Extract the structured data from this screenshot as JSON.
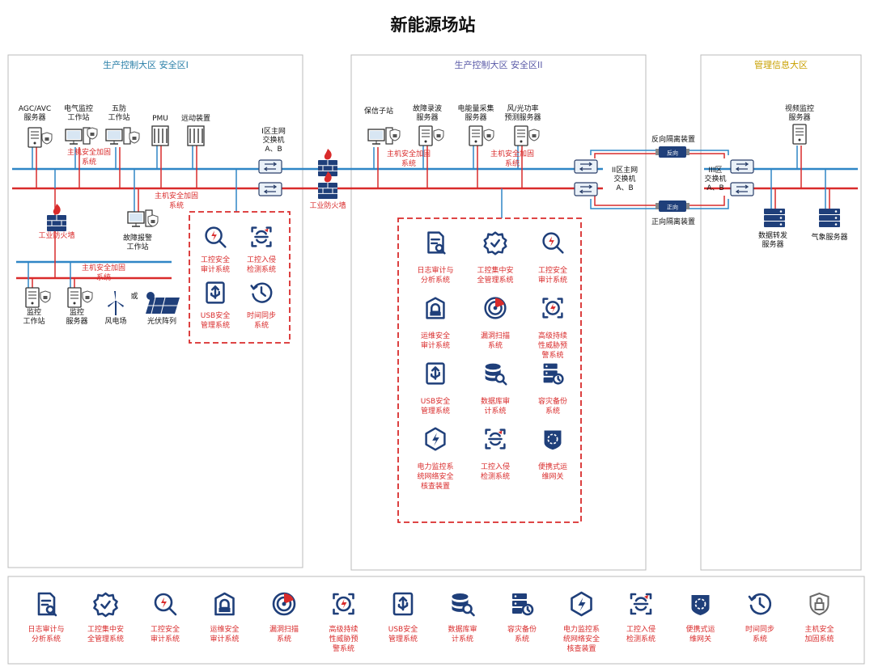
{
  "title": "新能源场站",
  "zones": {
    "z1": "生产控制大区  安全区I",
    "z2": "生产控制大区  安全区II",
    "z3": "管理信息大区"
  },
  "zone1": {
    "devices": {
      "agc": [
        "AGC/AVC",
        "服务器"
      ],
      "elec": [
        "电气监控",
        "工作站"
      ],
      "wufang": [
        "五防",
        "工作站"
      ],
      "pmu": [
        "PMU"
      ],
      "yundong": [
        "远动装置"
      ]
    },
    "labels": {
      "host1": [
        "主机安全加固",
        "系统"
      ],
      "host2": [
        "主机安全加固",
        "系统"
      ],
      "host3": [
        "主机安全加固",
        "系统"
      ],
      "switch": [
        "I区主网",
        "交换机",
        "A、B"
      ],
      "fault": [
        "故障报警",
        "工作站"
      ],
      "firewall": "工业防火墙",
      "monitor_ws": [
        "监控",
        "工作站"
      ],
      "monitor_srv": [
        "监控",
        "服务器"
      ],
      "or": "或",
      "wind": "风电场",
      "pv": "光伏阵列"
    },
    "security": [
      {
        "icon": "ics-audit",
        "label": [
          "工控安全",
          "审计系统"
        ]
      },
      {
        "icon": "intrusion",
        "label": [
          "工控入侵",
          "检测系统"
        ]
      },
      {
        "icon": "usb",
        "label": [
          "USB安全",
          "管理系统"
        ]
      },
      {
        "icon": "time-sync",
        "label": [
          "时间同步",
          "系统"
        ]
      }
    ]
  },
  "zone2": {
    "devices": {
      "baoxin": [
        "保信子站"
      ],
      "guzhang": [
        "故障录波",
        "服务器"
      ],
      "dianneng": [
        "电能量采集",
        "服务器"
      ],
      "fengguang": [
        "风/光功率",
        "预测服务器"
      ]
    },
    "labels": {
      "host1": [
        "主机安全加固",
        "系统"
      ],
      "host2": [
        "主机安全加固",
        "系统"
      ],
      "switch": [
        "II区主网",
        "交换机",
        "A、B"
      ],
      "firewall": "工业防火墙"
    },
    "security": [
      {
        "icon": "log-audit",
        "label": [
          "日志审计与",
          "分析系统"
        ]
      },
      {
        "icon": "central-mgmt",
        "label": [
          "工控集中安",
          "全管理系统"
        ]
      },
      {
        "icon": "ics-audit",
        "label": [
          "工控安全",
          "审计系统"
        ]
      },
      {
        "icon": "ops-audit",
        "label": [
          "运维安全",
          "审计系统"
        ]
      },
      {
        "icon": "vuln-scan",
        "label": [
          "漏洞扫描",
          "系统"
        ]
      },
      {
        "icon": "apt",
        "label": [
          "高级持续",
          "性威胁预",
          "警系统"
        ]
      },
      {
        "icon": "usb",
        "label": [
          "USB安全",
          "管理系统"
        ]
      },
      {
        "icon": "db-audit",
        "label": [
          "数据库审",
          "计系统"
        ]
      },
      {
        "icon": "backup",
        "label": [
          "容灾备份",
          "系统"
        ]
      },
      {
        "icon": "power-check",
        "label": [
          "电力监控系",
          "统网络安全",
          "核查装置"
        ]
      },
      {
        "icon": "intrusion",
        "label": [
          "工控入侵",
          "检测系统"
        ]
      },
      {
        "icon": "portable-gw",
        "label": [
          "便携式运",
          "维网关"
        ]
      }
    ]
  },
  "zone3": {
    "devices": {
      "video": [
        "视频监控",
        "服务器"
      ],
      "data_fwd": [
        "数据转发",
        "服务器"
      ],
      "weather": [
        "气象服务器"
      ]
    },
    "labels": {
      "switch": [
        "III区",
        "交换机",
        "A、B"
      ],
      "reverse": "反向隔离装置",
      "forward": "正向隔离装置",
      "reverse_tag": "反向",
      "forward_tag": "正向"
    }
  },
  "bottom_bar": [
    {
      "icon": "log-audit",
      "label": [
        "日志审计与",
        "分析系统"
      ]
    },
    {
      "icon": "central-mgmt",
      "label": [
        "工控集中安",
        "全管理系统"
      ]
    },
    {
      "icon": "ics-audit",
      "label": [
        "工控安全",
        "审计系统"
      ]
    },
    {
      "icon": "ops-audit",
      "label": [
        "运维安全",
        "审计系统"
      ]
    },
    {
      "icon": "vuln-scan",
      "label": [
        "漏洞扫描",
        "系统"
      ]
    },
    {
      "icon": "apt",
      "label": [
        "高级持续",
        "性威胁预",
        "警系统"
      ]
    },
    {
      "icon": "usb",
      "label": [
        "USB安全",
        "管理系统"
      ]
    },
    {
      "icon": "db-audit",
      "label": [
        "数据库审",
        "计系统"
      ]
    },
    {
      "icon": "backup",
      "label": [
        "容灾备份",
        "系统"
      ]
    },
    {
      "icon": "power-check",
      "label": [
        "电力监控系",
        "统网络安全",
        "核查装置"
      ]
    },
    {
      "icon": "intrusion",
      "label": [
        "工控入侵",
        "检测系统"
      ]
    },
    {
      "icon": "portable-gw",
      "label": [
        "便携式运",
        "维网关"
      ]
    },
    {
      "icon": "time-sync",
      "label": [
        "时间同步",
        "系统"
      ]
    },
    {
      "icon": "host-hardening",
      "label": [
        "主机安全",
        "加固系统"
      ]
    }
  ],
  "colors": {
    "blue_line": "#2f86c6",
    "red_line": "#d92b2b",
    "icon_navy": "#1f3f7a",
    "red_text": "#d92b2b",
    "zone1_title": "#2a7fa8",
    "zone2_title": "#5b5ba8",
    "zone3_title": "#c8a000"
  }
}
